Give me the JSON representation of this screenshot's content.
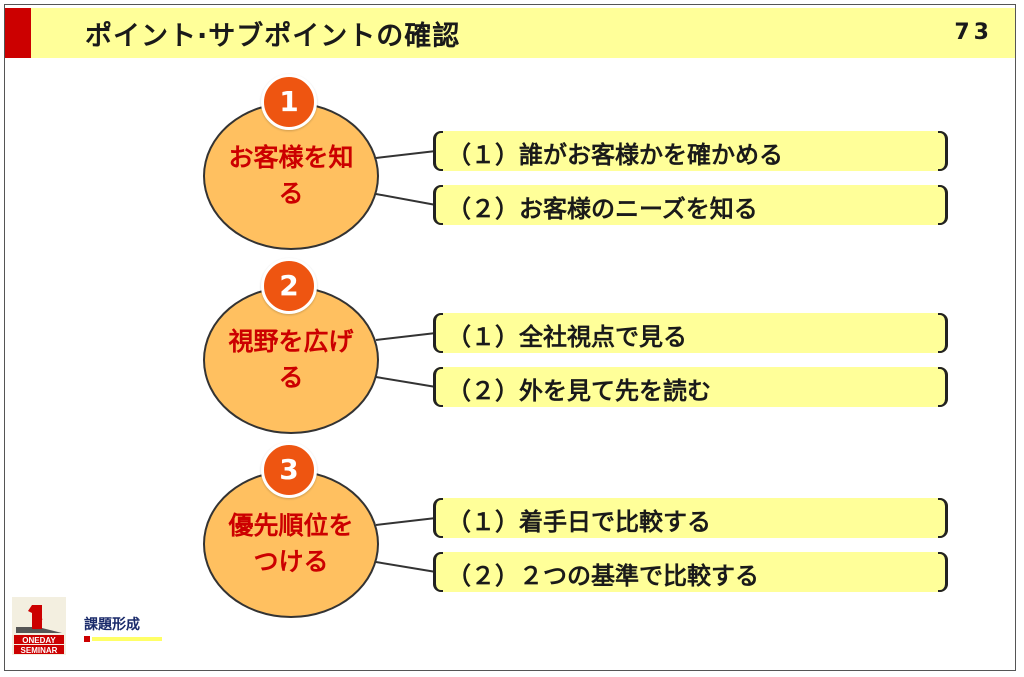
{
  "header": {
    "title": "ポイント·サブポイントの確認",
    "page_number": "73"
  },
  "points": [
    {
      "number": "1",
      "label": "お客様を知る",
      "subpoints": [
        "（１）誰がお客様かを確かめる",
        "（２）お客様のニーズを知る"
      ]
    },
    {
      "number": "2",
      "label": "視野を広げる",
      "subpoints": [
        "（１）全社視点で見る",
        "（２）外を見て先を読む"
      ]
    },
    {
      "number": "3",
      "label": "優先順位をつける",
      "subpoints": [
        "（１）着手日で比較する",
        "（２）２つの基準で比較する"
      ]
    }
  ],
  "footer": {
    "label": "課題形成",
    "logo_icon": "oneday-seminar-logo-icon",
    "logo_top": "1",
    "logo_mid": "ONEDAY",
    "logo_bottom": "SEMINAR"
  },
  "colors": {
    "header_bg": "#ffff99",
    "accent": "#cc0000",
    "circle_fill": "#ffc060",
    "badge": "#ee5511"
  }
}
